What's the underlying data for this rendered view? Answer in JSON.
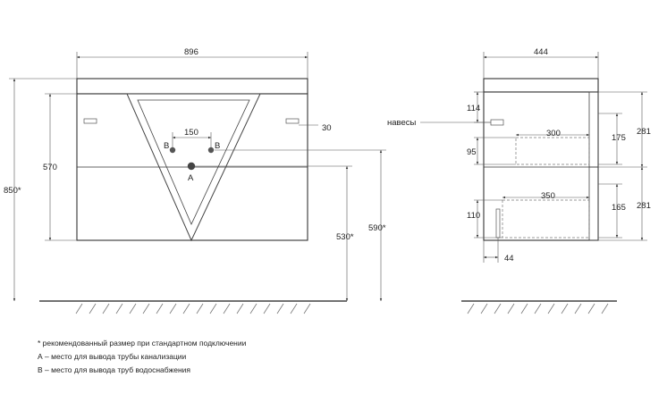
{
  "front_view": {
    "width": "896",
    "height_total": "850*",
    "height_cabinet": "570",
    "hole_spacing": "150",
    "hinge_offset": "30",
    "drain_height": "530*",
    "supply_height": "590*",
    "label_a": "A",
    "label_b_left": "B",
    "label_b_right": "B"
  },
  "side_view": {
    "depth": "444",
    "hinges_label": "навесы",
    "top_offset": "114",
    "drawer_top_depth": "300",
    "drawer_top_height": "95",
    "drawer_top_inner": "175",
    "drawer_bottom_depth": "350",
    "drawer_bottom_height": "110",
    "drawer_bottom_inner": "165",
    "front_height_top": "281",
    "front_height_bottom": "281",
    "back_offset": "44"
  },
  "notes": {
    "recommended": "* рекомендованный размер при стандартном подключении",
    "a_note": "А – место для вывода трубы канализации",
    "b_note": "В – место для вывода труб водоснабжения"
  }
}
